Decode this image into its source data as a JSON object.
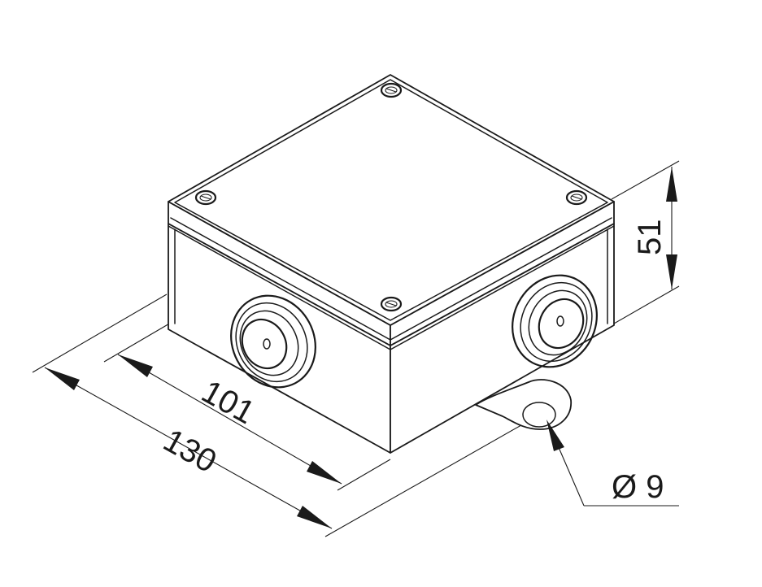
{
  "dimensions": {
    "length_inner": "101",
    "length_outer": "130",
    "height": "51",
    "hole_diameter": "Ø 9"
  }
}
